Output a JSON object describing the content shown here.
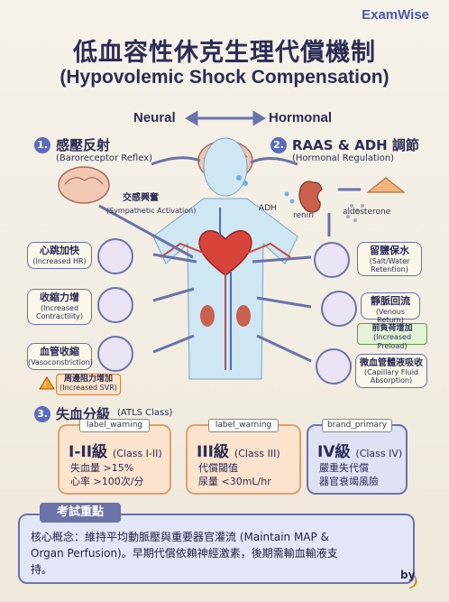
{
  "brand": "ExamWise",
  "title_zh": "低血容性休克生理代償機制",
  "title_en": "(Hypovolemic Shock Compensation)",
  "axis": {
    "neural": "Neural",
    "hormonal": "Hormonal"
  },
  "section1": {
    "num": "1.",
    "title": "感壓反射",
    "sub": "(Baroreceptor Reflex)"
  },
  "section2": {
    "num": "2.",
    "title": "RAAS & ADH 調節",
    "sub": "(Hormonal Regulation)"
  },
  "section3": {
    "num": "3.",
    "title": "失血分級",
    "sub": "(ATLS Class)"
  },
  "sympathetic": {
    "zh": "交感興奮",
    "en": "(Sympathetic Activation)"
  },
  "hormones": {
    "adh": "ADH",
    "renin": "renin",
    "aldosterone": "aldosterone"
  },
  "left_boxes": [
    {
      "zh": "心跳加快",
      "en": "(Increased HR)"
    },
    {
      "zh": "收縮力增",
      "en": "(Increased Contractility)"
    },
    {
      "zh": "血管收縮",
      "en": "(Vasoconstriction)"
    }
  ],
  "svr": {
    "zh": "周邊阻力增加",
    "en": "(Increased SVR)"
  },
  "right_boxes": [
    {
      "zh": "留鹽保水",
      "en": "(Salt/Water Retention)"
    },
    {
      "zh": "靜脈回流",
      "en": "(Venous Return)"
    },
    {
      "zh": "微血管體液吸收",
      "en": "(Capillary Fluid Absorption)"
    }
  ],
  "preload": {
    "zh": "前負荷增加",
    "en": "(Increased Preload)"
  },
  "classes": [
    {
      "label": "label_warning",
      "name": "I-II級",
      "en": "(Class I-II)",
      "line1": "失血量 >15%",
      "line2": "心率 >100次/分",
      "color": "#fbe3cd",
      "border": "#e0a070"
    },
    {
      "label": "label_warning",
      "name": "III級",
      "en": "(Class III)",
      "line1": "代償閾值",
      "line2": "尿量 <30mL/hr",
      "color": "#fbe3cd",
      "border": "#e0a070"
    },
    {
      "label": "brand_primary",
      "name": "IV級",
      "en": "(Class IV)",
      "line1": "嚴重失代償",
      "line2": "器官衰竭風險",
      "color": "#dfe1f4",
      "border": "#6b72a8"
    }
  ],
  "exam": {
    "title": "考試重點",
    "body": "核心概念：維持平均動脈壓與重要器官灌流 (Maintain MAP & Organ Perfusion)。早期代償依賴神經激素，後期需輸血輸液支持。"
  },
  "by": "by"
}
